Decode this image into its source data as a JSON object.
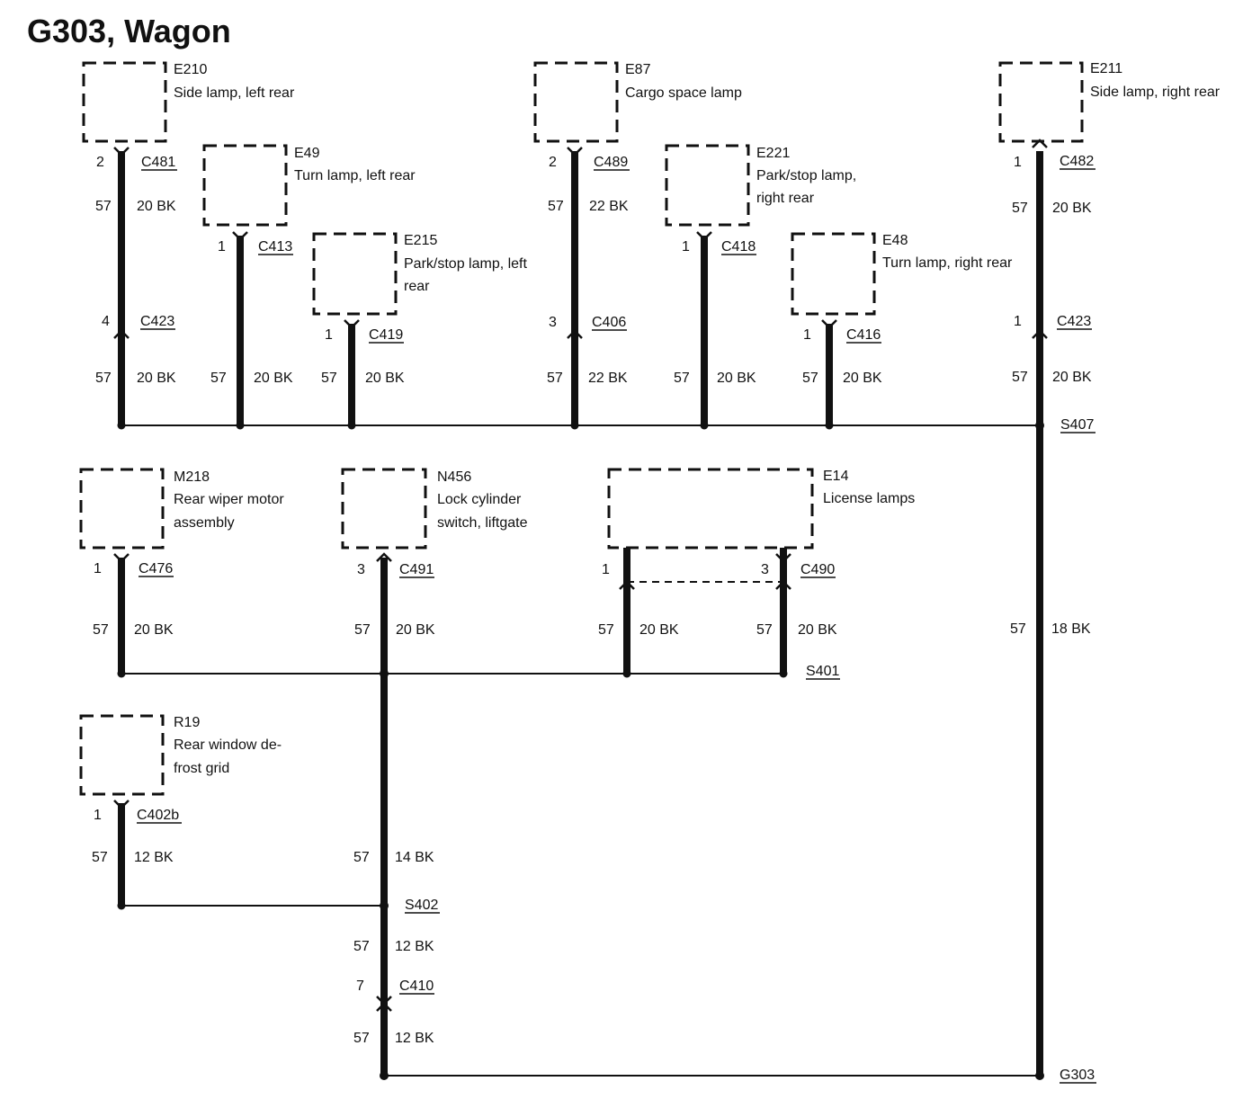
{
  "title": "G303, Wagon",
  "components": {
    "E210": {
      "id": "E210",
      "name": [
        "Side lamp, left rear"
      ]
    },
    "E49": {
      "id": "E49",
      "name": [
        "Turn lamp, left rear"
      ]
    },
    "E215": {
      "id": "E215",
      "name": [
        "Park/stop lamp, left",
        "rear"
      ]
    },
    "E87": {
      "id": "E87",
      "name": [
        "Cargo space lamp"
      ]
    },
    "E221": {
      "id": "E221",
      "name": [
        "Park/stop lamp,",
        "right rear"
      ]
    },
    "E48": {
      "id": "E48",
      "name": [
        "Turn lamp, right rear"
      ]
    },
    "E211": {
      "id": "E211",
      "name": [
        "Side lamp, right rear"
      ]
    },
    "M218": {
      "id": "M218",
      "name": [
        "Rear wiper motor",
        "assembly"
      ]
    },
    "N456": {
      "id": "N456",
      "name": [
        "Lock cylinder",
        "switch, liftgate"
      ]
    },
    "E14": {
      "id": "E14",
      "name": [
        "License lamps"
      ]
    },
    "R19": {
      "id": "R19",
      "name": [
        "Rear window de-",
        "frost grid"
      ]
    }
  },
  "connectors": {
    "C481": {
      "name": "C481",
      "pin": "2"
    },
    "C413": {
      "name": "C413",
      "pin": "1"
    },
    "C419": {
      "name": "C419",
      "pin": "1"
    },
    "C489": {
      "name": "C489",
      "pin": "2"
    },
    "C418": {
      "name": "C418",
      "pin": "1"
    },
    "C416": {
      "name": "C416",
      "pin": "1"
    },
    "C482": {
      "name": "C482",
      "pin": "1"
    },
    "C423_left": {
      "name": "C423",
      "pin": "4"
    },
    "C406": {
      "name": "C406",
      "pin": "3"
    },
    "C423_right": {
      "name": "C423",
      "pin": "1"
    },
    "C476": {
      "name": "C476",
      "pin": "1"
    },
    "C491": {
      "name": "C491",
      "pin": "3"
    },
    "C490": {
      "name": "C490",
      "pin_left": "1",
      "pin_right": "3"
    },
    "C402b": {
      "name": "C402b",
      "pin": "1"
    },
    "C410": {
      "name": "C410",
      "pin": "7"
    }
  },
  "splices": {
    "S407": "S407",
    "S401": "S401",
    "S402": "S402"
  },
  "ground": "G303",
  "wires": {
    "w_e210_top": {
      "circuit": "57",
      "spec": "20 BK"
    },
    "w_e210_bot": {
      "circuit": "57",
      "spec": "20 BK"
    },
    "w_e49": {
      "circuit": "57",
      "spec": "20 BK"
    },
    "w_e215": {
      "circuit": "57",
      "spec": "20 BK"
    },
    "w_e87_top": {
      "circuit": "57",
      "spec": "22 BK"
    },
    "w_e87_bot": {
      "circuit": "57",
      "spec": "22 BK"
    },
    "w_e221": {
      "circuit": "57",
      "spec": "20 BK"
    },
    "w_e48": {
      "circuit": "57",
      "spec": "20 BK"
    },
    "w_e211_top": {
      "circuit": "57",
      "spec": "20 BK"
    },
    "w_e211_bot": {
      "circuit": "57",
      "spec": "20 BK"
    },
    "w_main_right": {
      "circuit": "57",
      "spec": "18 BK"
    },
    "w_m218": {
      "circuit": "57",
      "spec": "20 BK"
    },
    "w_n456": {
      "circuit": "57",
      "spec": "20 BK"
    },
    "w_e14_l": {
      "circuit": "57",
      "spec": "20 BK"
    },
    "w_e14_r": {
      "circuit": "57",
      "spec": "20 BK"
    },
    "w_r19": {
      "circuit": "57",
      "spec": "12 BK"
    },
    "w_mid": {
      "circuit": "57",
      "spec": "14 BK"
    },
    "w_s402_c410": {
      "circuit": "57",
      "spec": "12 BK"
    },
    "w_c410_g303": {
      "circuit": "57",
      "spec": "12 BK"
    }
  }
}
